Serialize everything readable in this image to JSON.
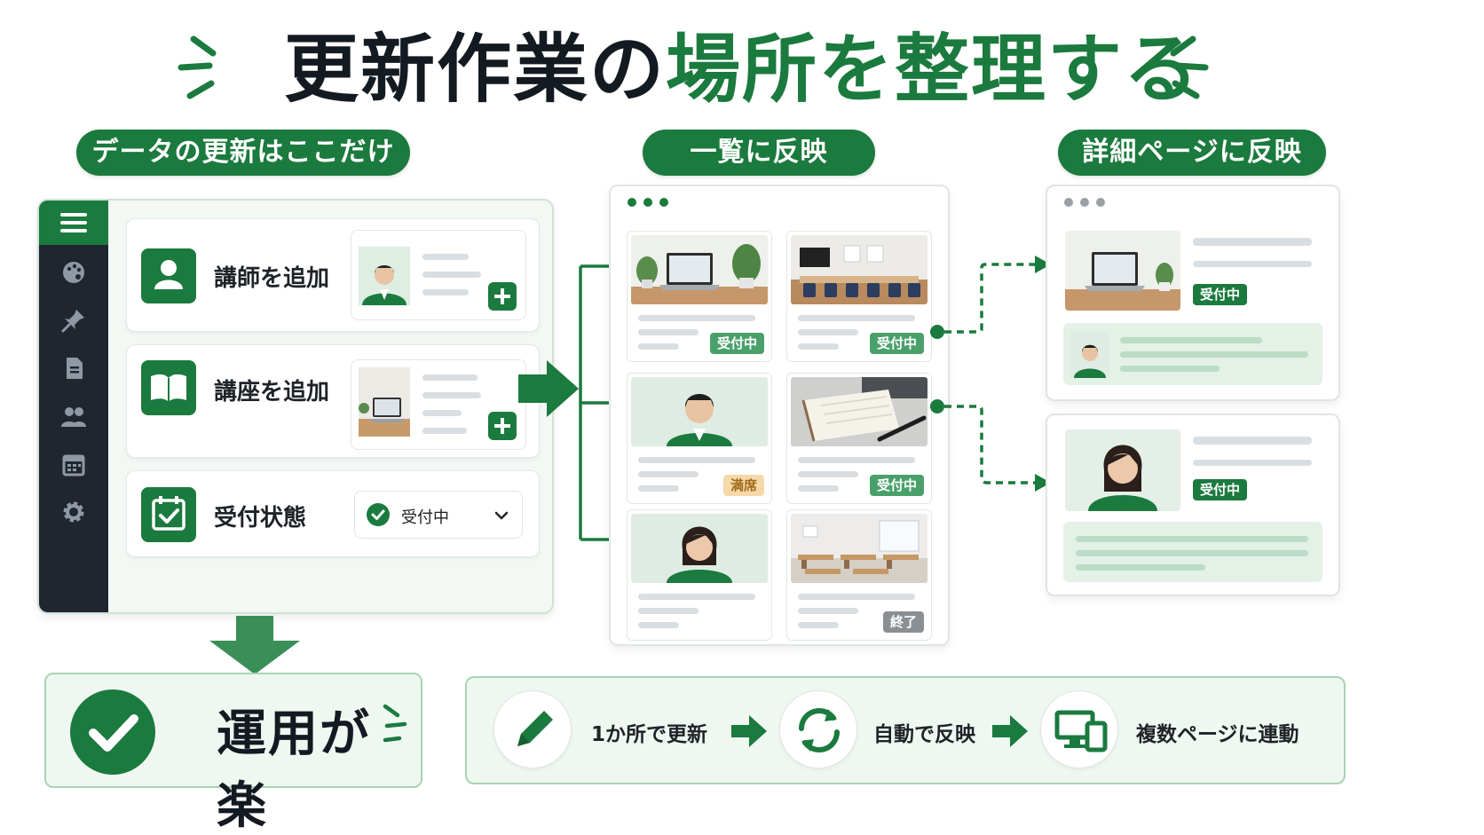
{
  "title": {
    "part1": "更新作業の",
    "part2": "場所を整理する"
  },
  "pills": {
    "left": "データの更新はここだけ",
    "middle": "一覧に反映",
    "right": "詳細ページに反映"
  },
  "admin": {
    "cards": [
      {
        "label": "講師を追加"
      },
      {
        "label": "講座を追加"
      },
      {
        "label": "受付状態"
      }
    ],
    "select_value": "受付中"
  },
  "list_badges": [
    "受付中",
    "受付中",
    "満席",
    "受付中",
    "終了"
  ],
  "detail_badges": [
    "受付中",
    "受付中"
  ],
  "ease_label": "運用が楽",
  "flow": {
    "step1": "1か所で更新",
    "step2": "自動で反映",
    "step3": "複数ページに連動"
  },
  "colors": {
    "brand_green": "#1b7a3e",
    "sidebar_dark": "#1f2630",
    "full_badge": "#f6d9a8",
    "ended_badge": "#8a8f94"
  }
}
